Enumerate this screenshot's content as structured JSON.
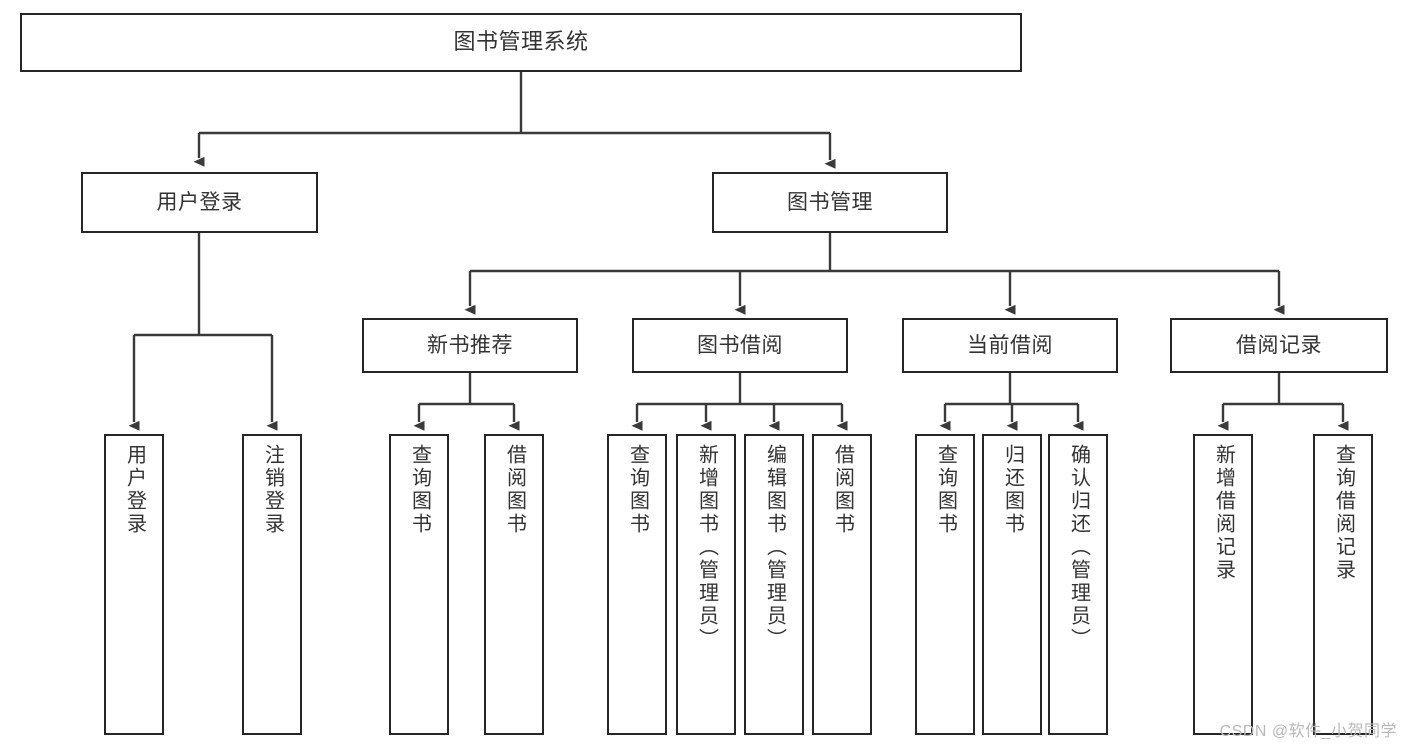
{
  "diagram": {
    "title": "图书管理系统",
    "watermark": "CSDN @软件_小贺同学",
    "colors": {
      "stroke": "#262626",
      "edge": "#3a3a3a",
      "text": "#333333",
      "background": "#ffffff",
      "watermark": "#b9b9b9"
    },
    "root": {
      "label": "图书管理系统"
    },
    "branches": [
      {
        "label": "用户登录",
        "children": [
          {
            "label": "用户登录"
          },
          {
            "label": "注销登录"
          }
        ]
      },
      {
        "label": "图书管理",
        "categories": [
          {
            "label": "新书推荐",
            "children": [
              {
                "label": "查询图书"
              },
              {
                "label": "借阅图书"
              }
            ]
          },
          {
            "label": "图书借阅",
            "children": [
              {
                "label": "查询图书"
              },
              {
                "label": "新增图书（管理员）"
              },
              {
                "label": "编辑图书（管理员）"
              },
              {
                "label": "借阅图书"
              }
            ]
          },
          {
            "label": "当前借阅",
            "children": [
              {
                "label": "查询图书"
              },
              {
                "label": "归还图书"
              },
              {
                "label": "确认归还（管理员）"
              }
            ]
          },
          {
            "label": "借阅记录",
            "children": [
              {
                "label": "新增借阅记录"
              },
              {
                "label": "查询借阅记录"
              }
            ]
          }
        ]
      }
    ]
  }
}
